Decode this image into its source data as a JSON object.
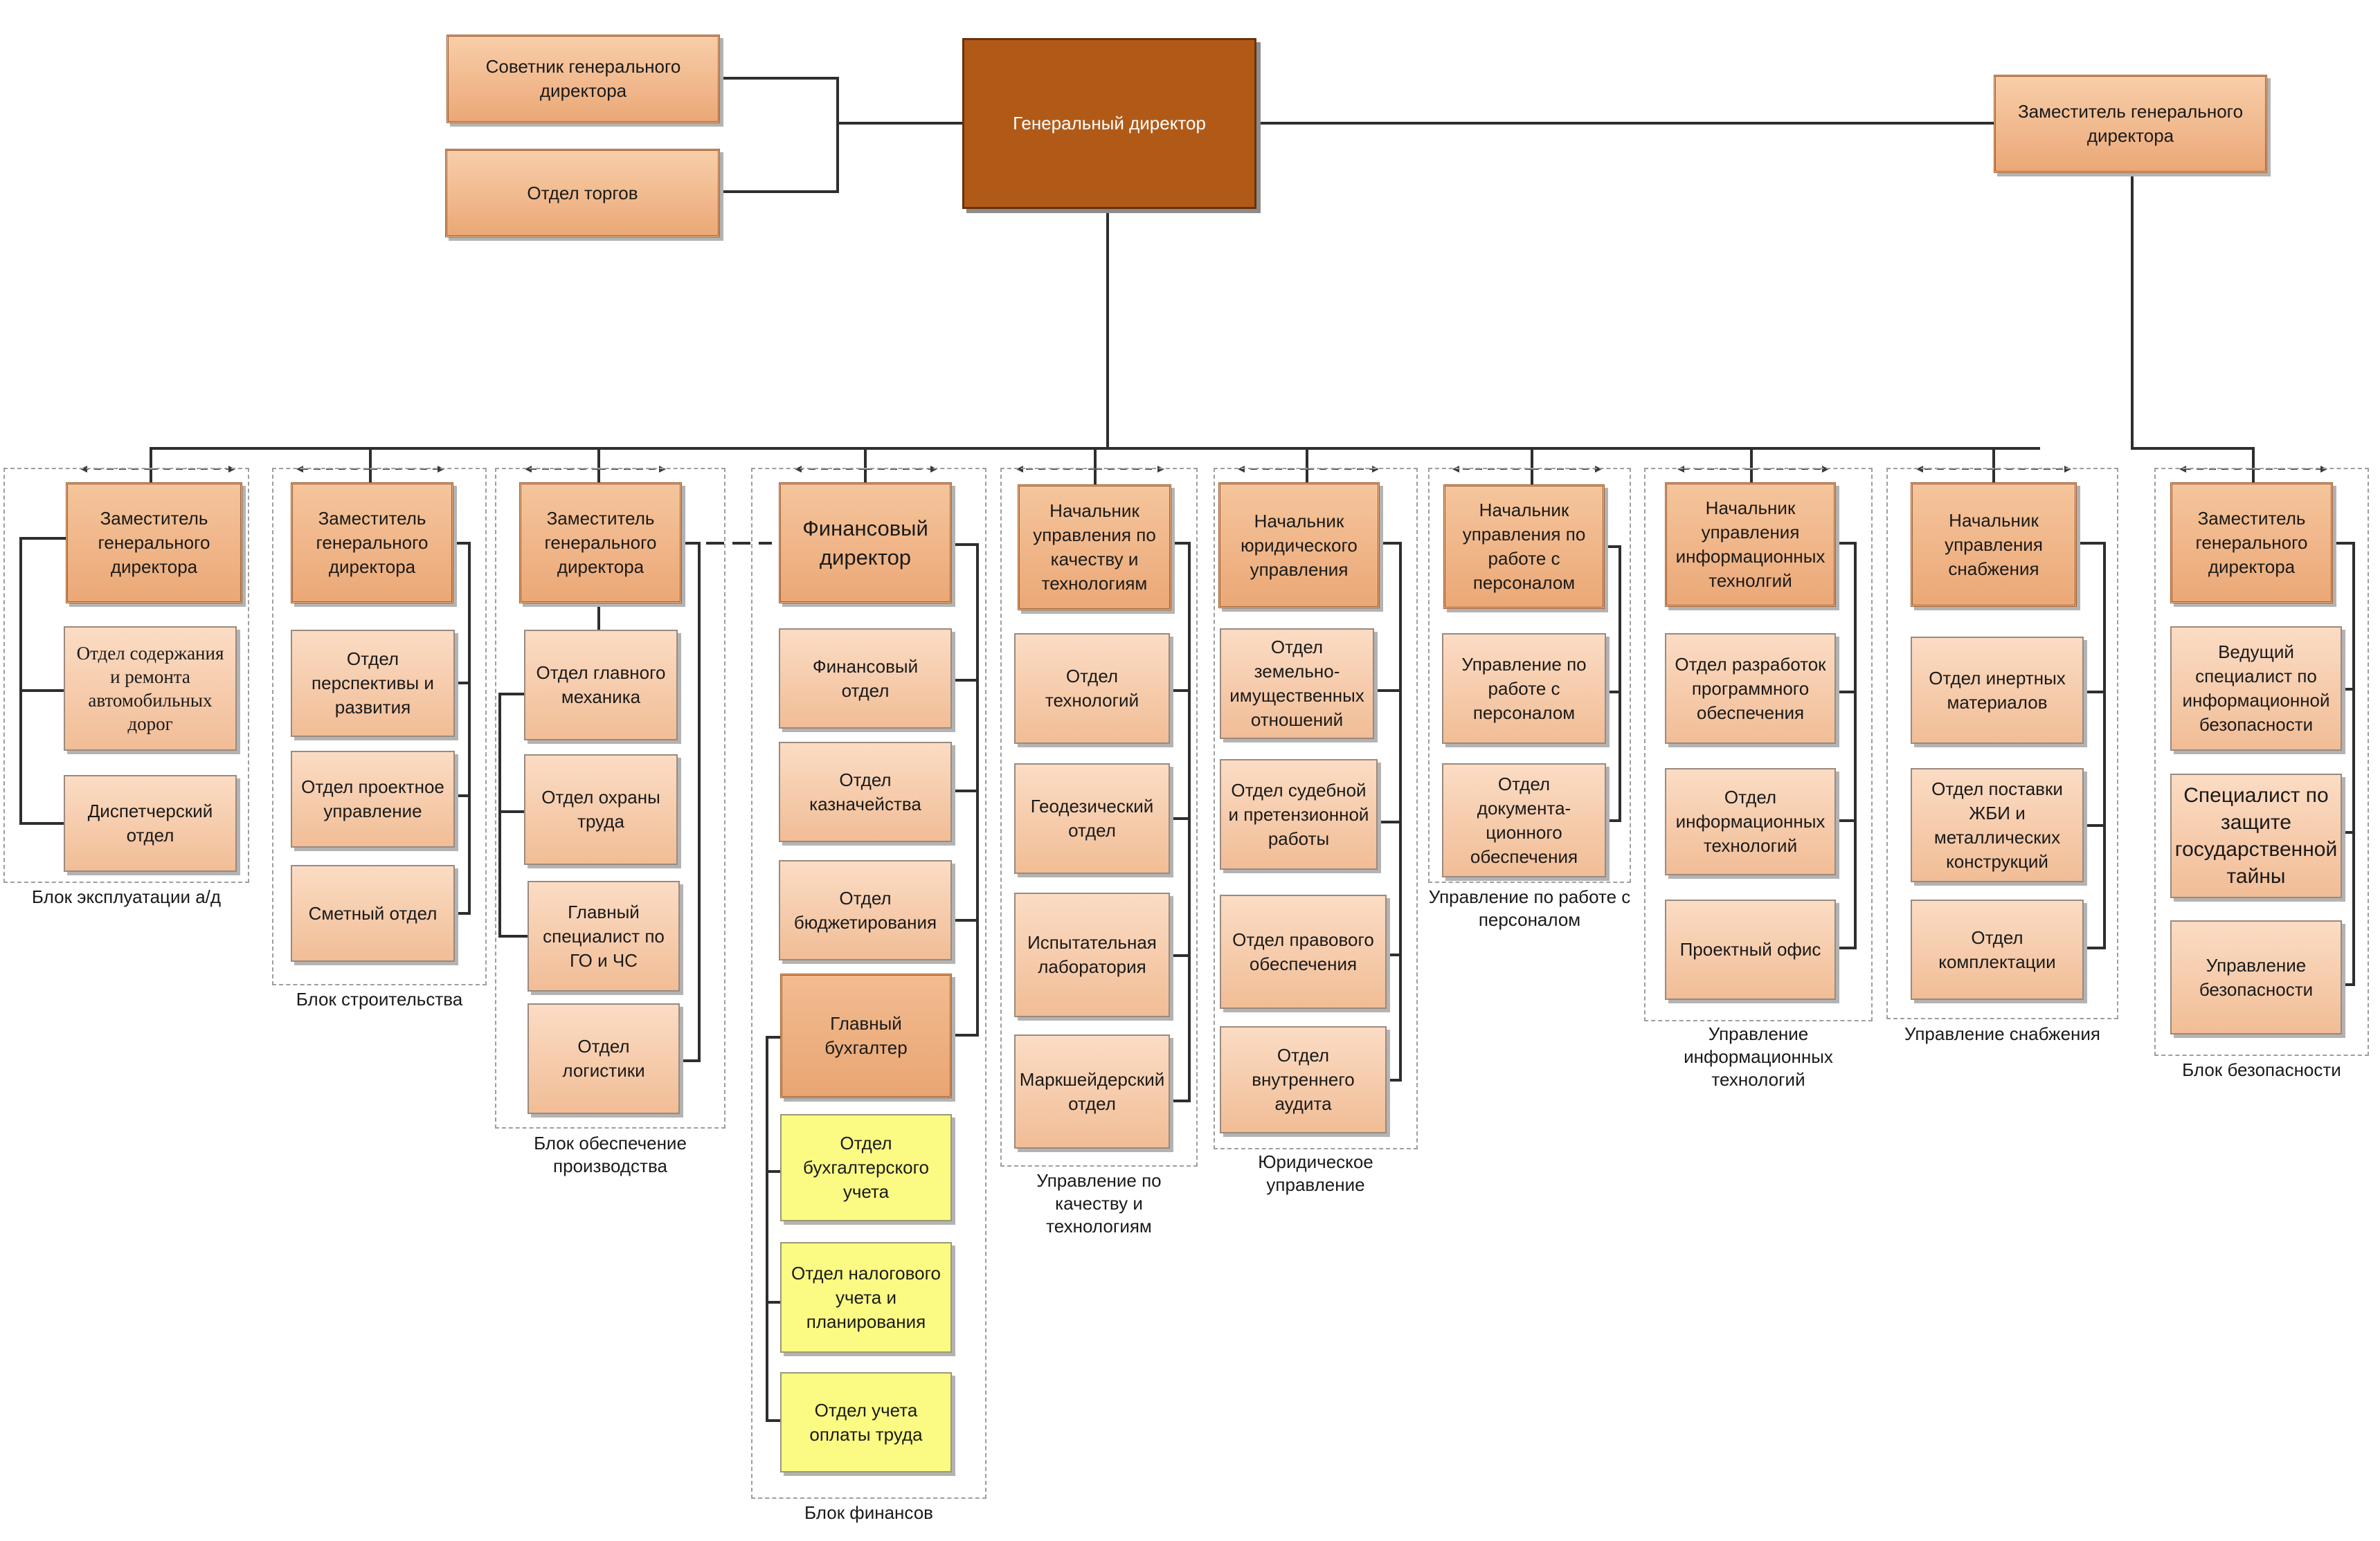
{
  "top": {
    "ceo": "Генеральный директор",
    "advisor": "Советник генерального директора",
    "trade": "Отдел торгов",
    "deputy_right": "Заместитель генерального директора"
  },
  "blocks": {
    "b1": {
      "caption": "Блок эксплуатации а/д",
      "head": "Заместитель генерального директора",
      "items": [
        "Отдел содержания и ремонта автомобильных дорог",
        "Диспетчерский отдел"
      ]
    },
    "b2": {
      "caption": "Блок строительства",
      "head": "Заместитель генерального директора",
      "items": [
        "Отдел перспективы и развития",
        "Отдел проектное управление",
        "Сметный отдел"
      ]
    },
    "b3": {
      "caption": "Блок обеспечение производства",
      "head": "Заместитель генерального директора",
      "items": [
        "Отдел главного механика",
        "Отдел охраны труда",
        "Главный специалист по ГО и ЧС",
        "Отдел логистики"
      ]
    },
    "b4": {
      "caption": "Блок финансов",
      "head": "Финансовый директор",
      "items": [
        "Финансовый отдел",
        "Отдел казначейства",
        "Отдел бюджетирования"
      ],
      "chief": "Главный бухгалтер",
      "sub": [
        "Отдел бухгалтерского учета",
        "Отдел налогового учета и планирования",
        "Отдел учета оплаты труда"
      ]
    },
    "b5": {
      "caption": "Управление по качеству и технологиям",
      "head": "Начальник управления по качеству и технологиям",
      "items": [
        "Отдел технологий",
        "Геодезический отдел",
        "Испытательная лаборатория",
        "Маркшейдерский отдел"
      ]
    },
    "b6": {
      "caption": "Юридическое управление",
      "head": "Начальник юридического управления",
      "items": [
        "Отдел земельно-имущественных отношений",
        "Отдел судебной и претензионной работы",
        "Отдел правового обеспечения",
        "Отдел внутреннего аудита"
      ]
    },
    "b7": {
      "caption": "Управление по работе с персоналом",
      "head": "Начальник управления по работе с персоналом",
      "items": [
        "Управление по работе с персоналом",
        "Отдел документа-ционного обеспечения"
      ]
    },
    "b8": {
      "caption": "Управление информационных технологий",
      "head": "Начальник управления информационных технолгий",
      "items": [
        "Отдел разработок программного обеспечения",
        "Отдел информационных технологий",
        "Проектный офис"
      ]
    },
    "b9": {
      "caption": "Управление снабжения",
      "head": "Начальник управления снабжения",
      "items": [
        "Отдел инертных материалов",
        "Отдел поставки ЖБИ и металлических конструкций",
        "Отдел комплектации"
      ]
    },
    "b10": {
      "caption": "Блок безопасности",
      "head": "Заместитель генерального директора",
      "items": [
        "Ведущий специалист по информационной безопасности",
        "Специалист по защите государственной тайны",
        "Управление безопасности"
      ]
    }
  }
}
